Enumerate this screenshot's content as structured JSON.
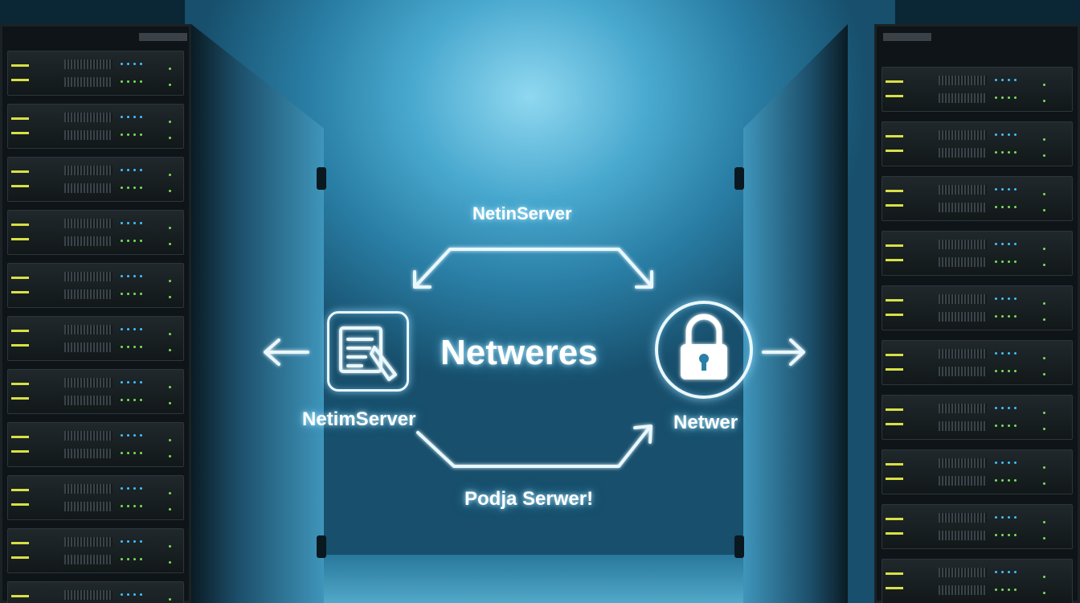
{
  "labels": {
    "top": "NetinServer",
    "center": "Netweres",
    "left": "NetimServer",
    "right": "Netwer",
    "bottom": "Podja Serwer!"
  },
  "icons": {
    "document": "document-edit-icon",
    "lock": "lock-icon",
    "arrow_left": "arrow-left-icon",
    "arrow_right": "arrow-right-icon"
  },
  "colors": {
    "glow": "#e9f8ff",
    "wall": "#4aa9cf",
    "rack": "#0e1417",
    "led_yellow": "#d8e046",
    "led_blue": "#3fc2ff",
    "led_green": "#78e05a"
  }
}
